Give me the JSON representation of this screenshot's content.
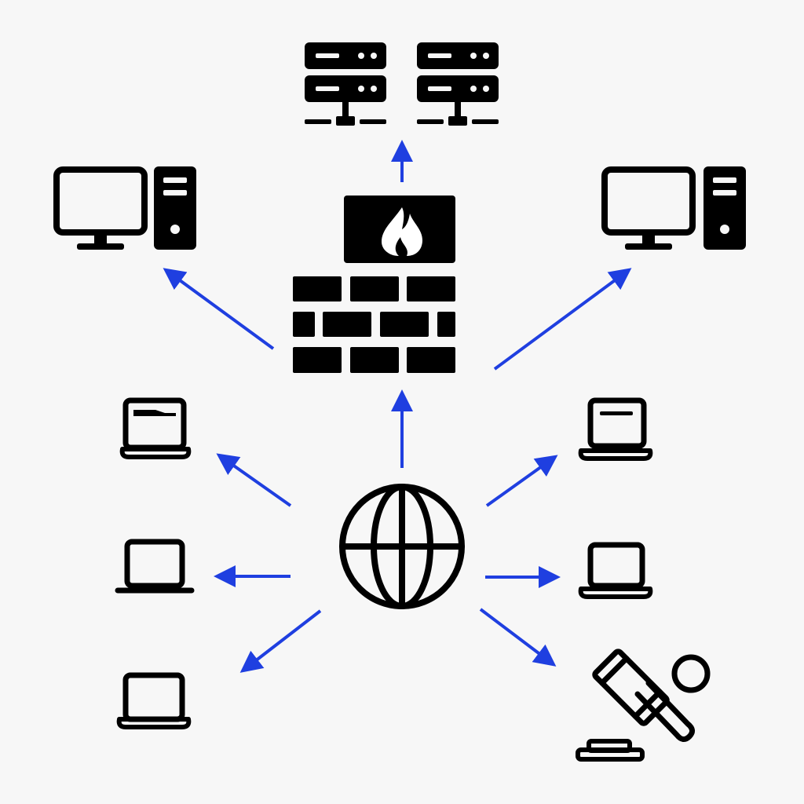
{
  "colors": {
    "background": "#f7f7f7",
    "icon": "#000000",
    "arrow": "#1f3fe0",
    "flame": "#ffffff"
  },
  "icons": {
    "center": "globe-icon",
    "gateway": "firewall-icon",
    "flame": "flame-icon",
    "servers": [
      "server-rack-icon",
      "server-rack-icon"
    ],
    "desktops": [
      "desktop-computer-icon",
      "desktop-computer-icon"
    ],
    "laptops": [
      "laptop-icon",
      "laptop-icon",
      "laptop-icon",
      "laptop-icon",
      "laptop-icon"
    ],
    "gavel": "gavel-icon"
  },
  "arrows": [
    {
      "from": "firewall",
      "to": "servers"
    },
    {
      "from": "firewall",
      "to": "desktop-left"
    },
    {
      "from": "firewall",
      "to": "desktop-right"
    },
    {
      "from": "globe",
      "to": "firewall"
    },
    {
      "from": "globe",
      "to": "laptop-left-top"
    },
    {
      "from": "globe",
      "to": "laptop-left-middle"
    },
    {
      "from": "globe",
      "to": "laptop-left-bottom"
    },
    {
      "from": "globe",
      "to": "laptop-right-top"
    },
    {
      "from": "globe",
      "to": "laptop-right-middle"
    },
    {
      "from": "globe",
      "to": "gavel"
    }
  ]
}
